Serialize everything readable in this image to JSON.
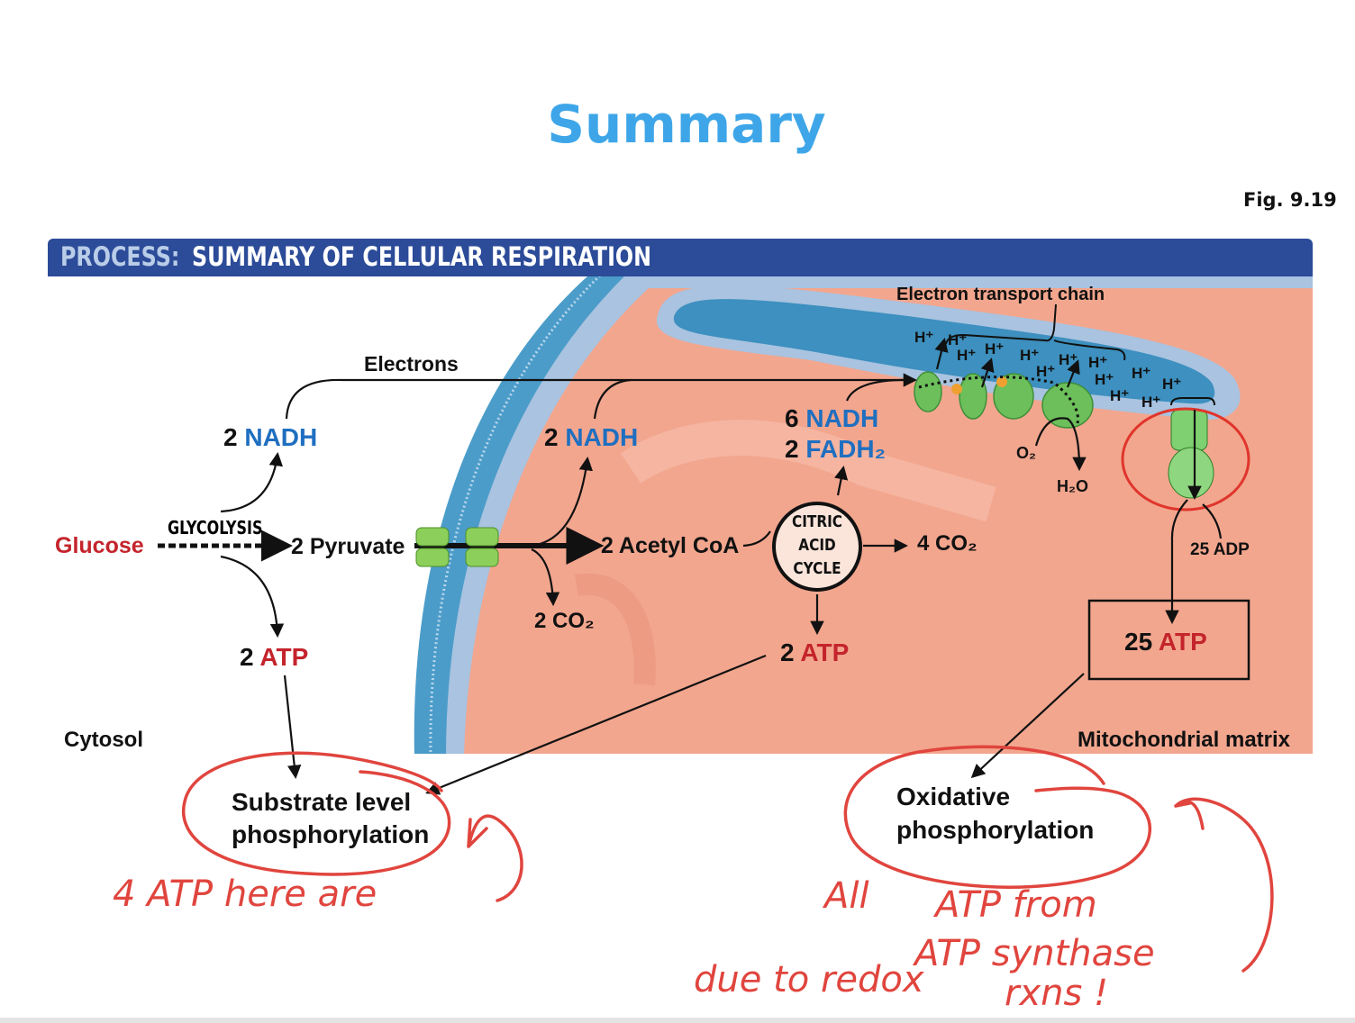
{
  "slide": {
    "title": "Summary",
    "figure_ref": "Fig. 9.19"
  },
  "diagram": {
    "header_prefix": "PROCESS:",
    "header_title": "SUMMARY OF CELLULAR RESPIRATION",
    "colors": {
      "header": "#2c4b98",
      "matrix": "#f2a68e",
      "membrane": "#4b9cc9",
      "blue_text": "#1f6fc0",
      "red_text": "#c4242c",
      "annotation": "#e0453e"
    },
    "labels": {
      "electrons": "Electrons",
      "etc": "Electron transport chain",
      "glycolysis": "GLYCOLYSIS",
      "glucose": "Glucose",
      "pyruvate": "2 Pyruvate",
      "acetyl_coa": "2 Acetyl CoA",
      "citric_1": "CITRIC",
      "citric_2": "ACID",
      "citric_3": "CYCLE",
      "co2_pyr": "2 CO₂",
      "co2_cac": "4 CO₂",
      "nadh_gly_num": "2",
      "nadh_gly": "NADH",
      "nadh_pyr_num": "2",
      "nadh_pyr": "NADH",
      "nadh_cac_num": "6",
      "nadh_cac": "NADH",
      "fadh_num": "2",
      "fadh": "FADH₂",
      "atp_gly_num": "2",
      "atp_gly": "ATP",
      "atp_cac_num": "2",
      "atp_cac": "ATP",
      "atp_ox_num": "25",
      "atp_ox": "ATP",
      "adp": "25 ADP",
      "o2": "O₂",
      "h2o": "H₂O",
      "hplus": "H⁺",
      "cytosol": "Cytosol",
      "matrix": "Mitochondrial matrix"
    }
  },
  "annotations": {
    "substrate_1": "Substrate level",
    "substrate_2": "phosphorylation",
    "oxidative_1": "Oxidative",
    "oxidative_2": "phosphorylation",
    "note_left": "4 ATP here are",
    "note_right_1": "All",
    "note_right_2": "ATP from",
    "note_right_3": "ATP synthase",
    "note_right_4": "due to redox",
    "note_right_5": "rxns !"
  }
}
